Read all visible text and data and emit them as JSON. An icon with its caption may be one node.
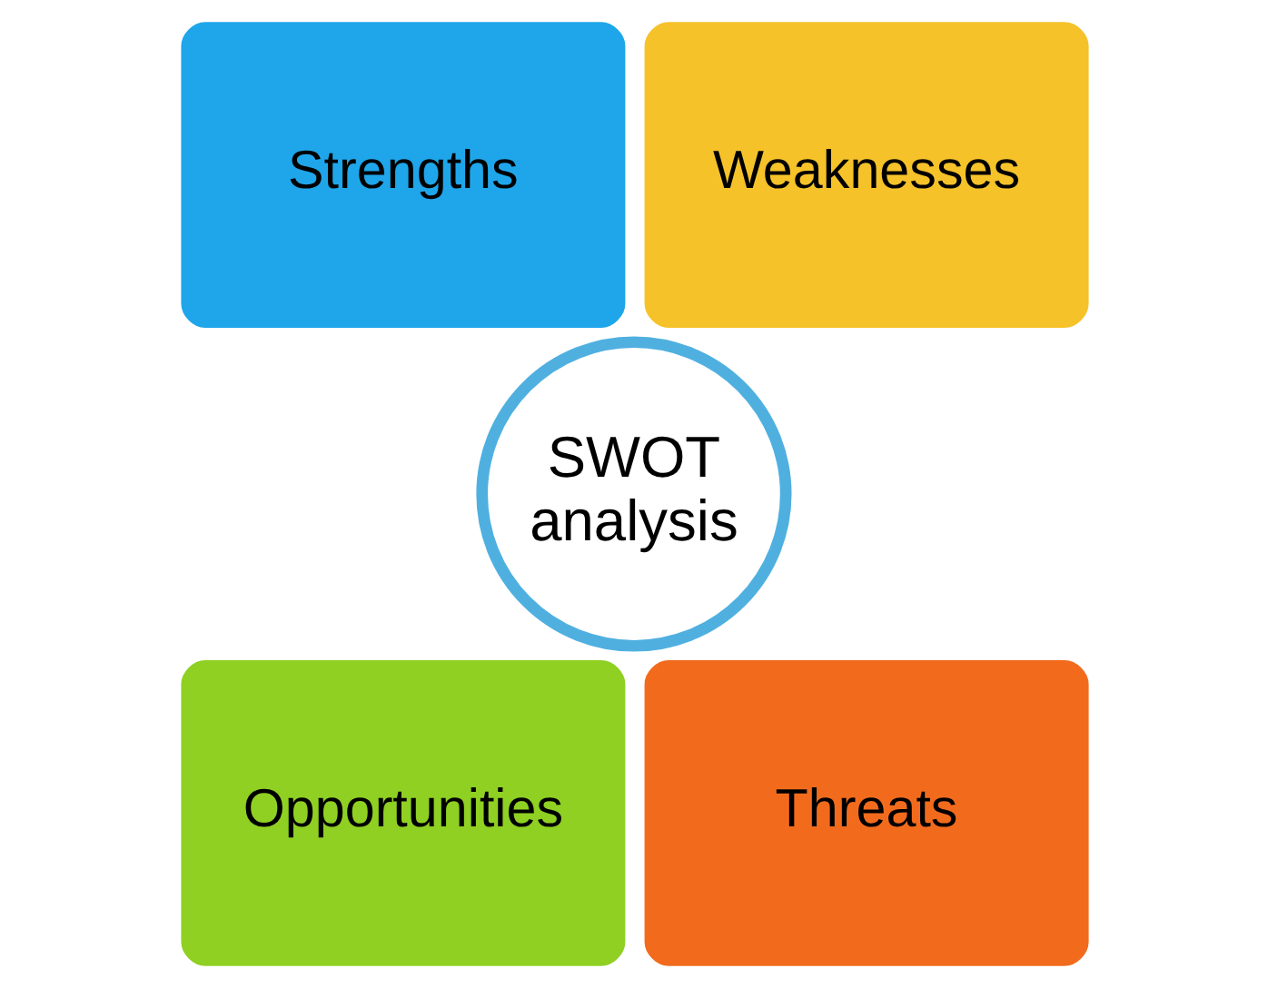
{
  "diagram": {
    "nodes": [
      {
        "text": [
          "Strengths"
        ]
      },
      {
        "text": [
          "Weaknesses"
        ]
      },
      {
        "text": [
          "SWOT",
          "analysis"
        ]
      },
      {
        "text": [
          "Opportunities"
        ]
      },
      {
        "text": [
          "Threats"
        ]
      }
    ]
  }
}
